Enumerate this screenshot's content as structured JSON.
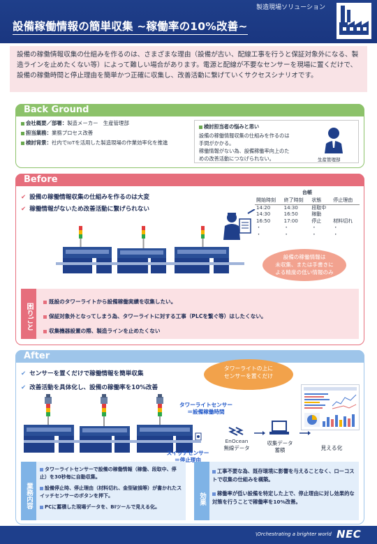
{
  "header": {
    "subtitle": "製造現場ソリューション",
    "title": "設備稼働情報の簡単収集 ~稼働率の10%改善~"
  },
  "intro": {
    "text": "設備の稼働情報収集の仕組みを作るのは、さまざまな理由（設備が古い、配線工事を行うと保証対象外になる、製造ラインを止めたくない等）によって難しい場合があります。電源と配線が不要なセンサーを現場に置くだけで、設備の稼働時間と停止理由を簡単かつ正確に収集し、改善活動に繋げていくサクセスシナリオです。"
  },
  "background": {
    "heading": "Back Ground",
    "items": [
      {
        "key": "会社概要／部署：",
        "value": "製造メーカー　生産管理部"
      },
      {
        "key": "担当業務：",
        "value": "業務プロセス改善"
      },
      {
        "key": "検討背景：",
        "value": "社内でIoTを活用した製造現場の作業効率化を推進"
      }
    ],
    "concern_title": "検討担当者の悩みと思い",
    "concern_lines": [
      "設備の稼働情報収集の仕組みを作るのは",
      "手間がかかる。",
      "稼働情報がない為、設備稼働率向上のた",
      "めの改善活動につなげられない。"
    ],
    "person_label": "生産管理部"
  },
  "before": {
    "heading": "Before",
    "checks": [
      "設備の稼働情報収集の仕組みを作るのは大変",
      "稼働情報がないため改善活動に繋げられない"
    ],
    "ledger": {
      "title": "台帳",
      "headers": [
        "開始時刻",
        "終了時刻",
        "状態",
        "停止理由"
      ],
      "rows": [
        [
          "14:20",
          "14:30",
          "段取中",
          ""
        ],
        [
          "14:30",
          "16:50",
          "稼動",
          ""
        ],
        [
          "16:50",
          "17:00",
          "停止",
          "材料切れ"
        ]
      ],
      "dots": "・"
    },
    "bubble_lines": [
      "設備の稼働情報は",
      "未収集、または手書きに",
      "よる精度の低い情報のみ"
    ],
    "trouble_tag": "困りごと",
    "troubles": [
      "既設のタワーライトから設備稼働実績を収集したい。",
      "保証対象外となってしまう為、タワーライトに対する工事（PLCを繋ぐ等）はしたくない。",
      "収集機器設置の際、製造ラインを止めたくない"
    ]
  },
  "after": {
    "heading": "After",
    "checks": [
      "センサーを置くだけで稼働情報を簡単収集",
      "改善活動を具体化し、設備の稼働率を10%改善"
    ],
    "bubble_lines": [
      "タワーライトの上に",
      "センサーを置くだけ"
    ],
    "tower_label_1": "タワーライトセンサー",
    "tower_label_2": "＝設備稼働時間",
    "switch_label_1": "スイッチセンサー",
    "switch_label_2": "＝停止理由",
    "enocean_1": "EnOcean",
    "enocean_2": "無線データ",
    "collect_1": "収集データ",
    "collect_2": "蓄積",
    "visual": "見える化",
    "ops_tag": "業務内容",
    "ops": [
      "タワーライトセンサーで設備の稼働情報（稼働、段取中、停止）を30秒毎に自動収集。",
      "設備停止時、停止理由（材料切れ、金型破損等）が書かれたスイッチセンサーのボタンを押下。",
      "PCに蓄積した現場データを、BIツールで見える化。"
    ],
    "eff_tag": "効果",
    "effects": [
      "工事不要な為、既存環境に影響を与えることなく、ローコストで収集の仕組みを構築。",
      "稼働率が低い設備を特定した上で、停止理由に対し効果的な対策を行うことで稼働率を10%改善。"
    ]
  },
  "footer": {
    "tagline": "\\Orchestrating a brighter world",
    "brand": "NEC"
  },
  "colors": {
    "navy": "#1f3f8a",
    "pink": "#e66e7c",
    "green": "#8cc26a",
    "light_blue": "#9ec5ea",
    "orange": "#f2a24b"
  }
}
